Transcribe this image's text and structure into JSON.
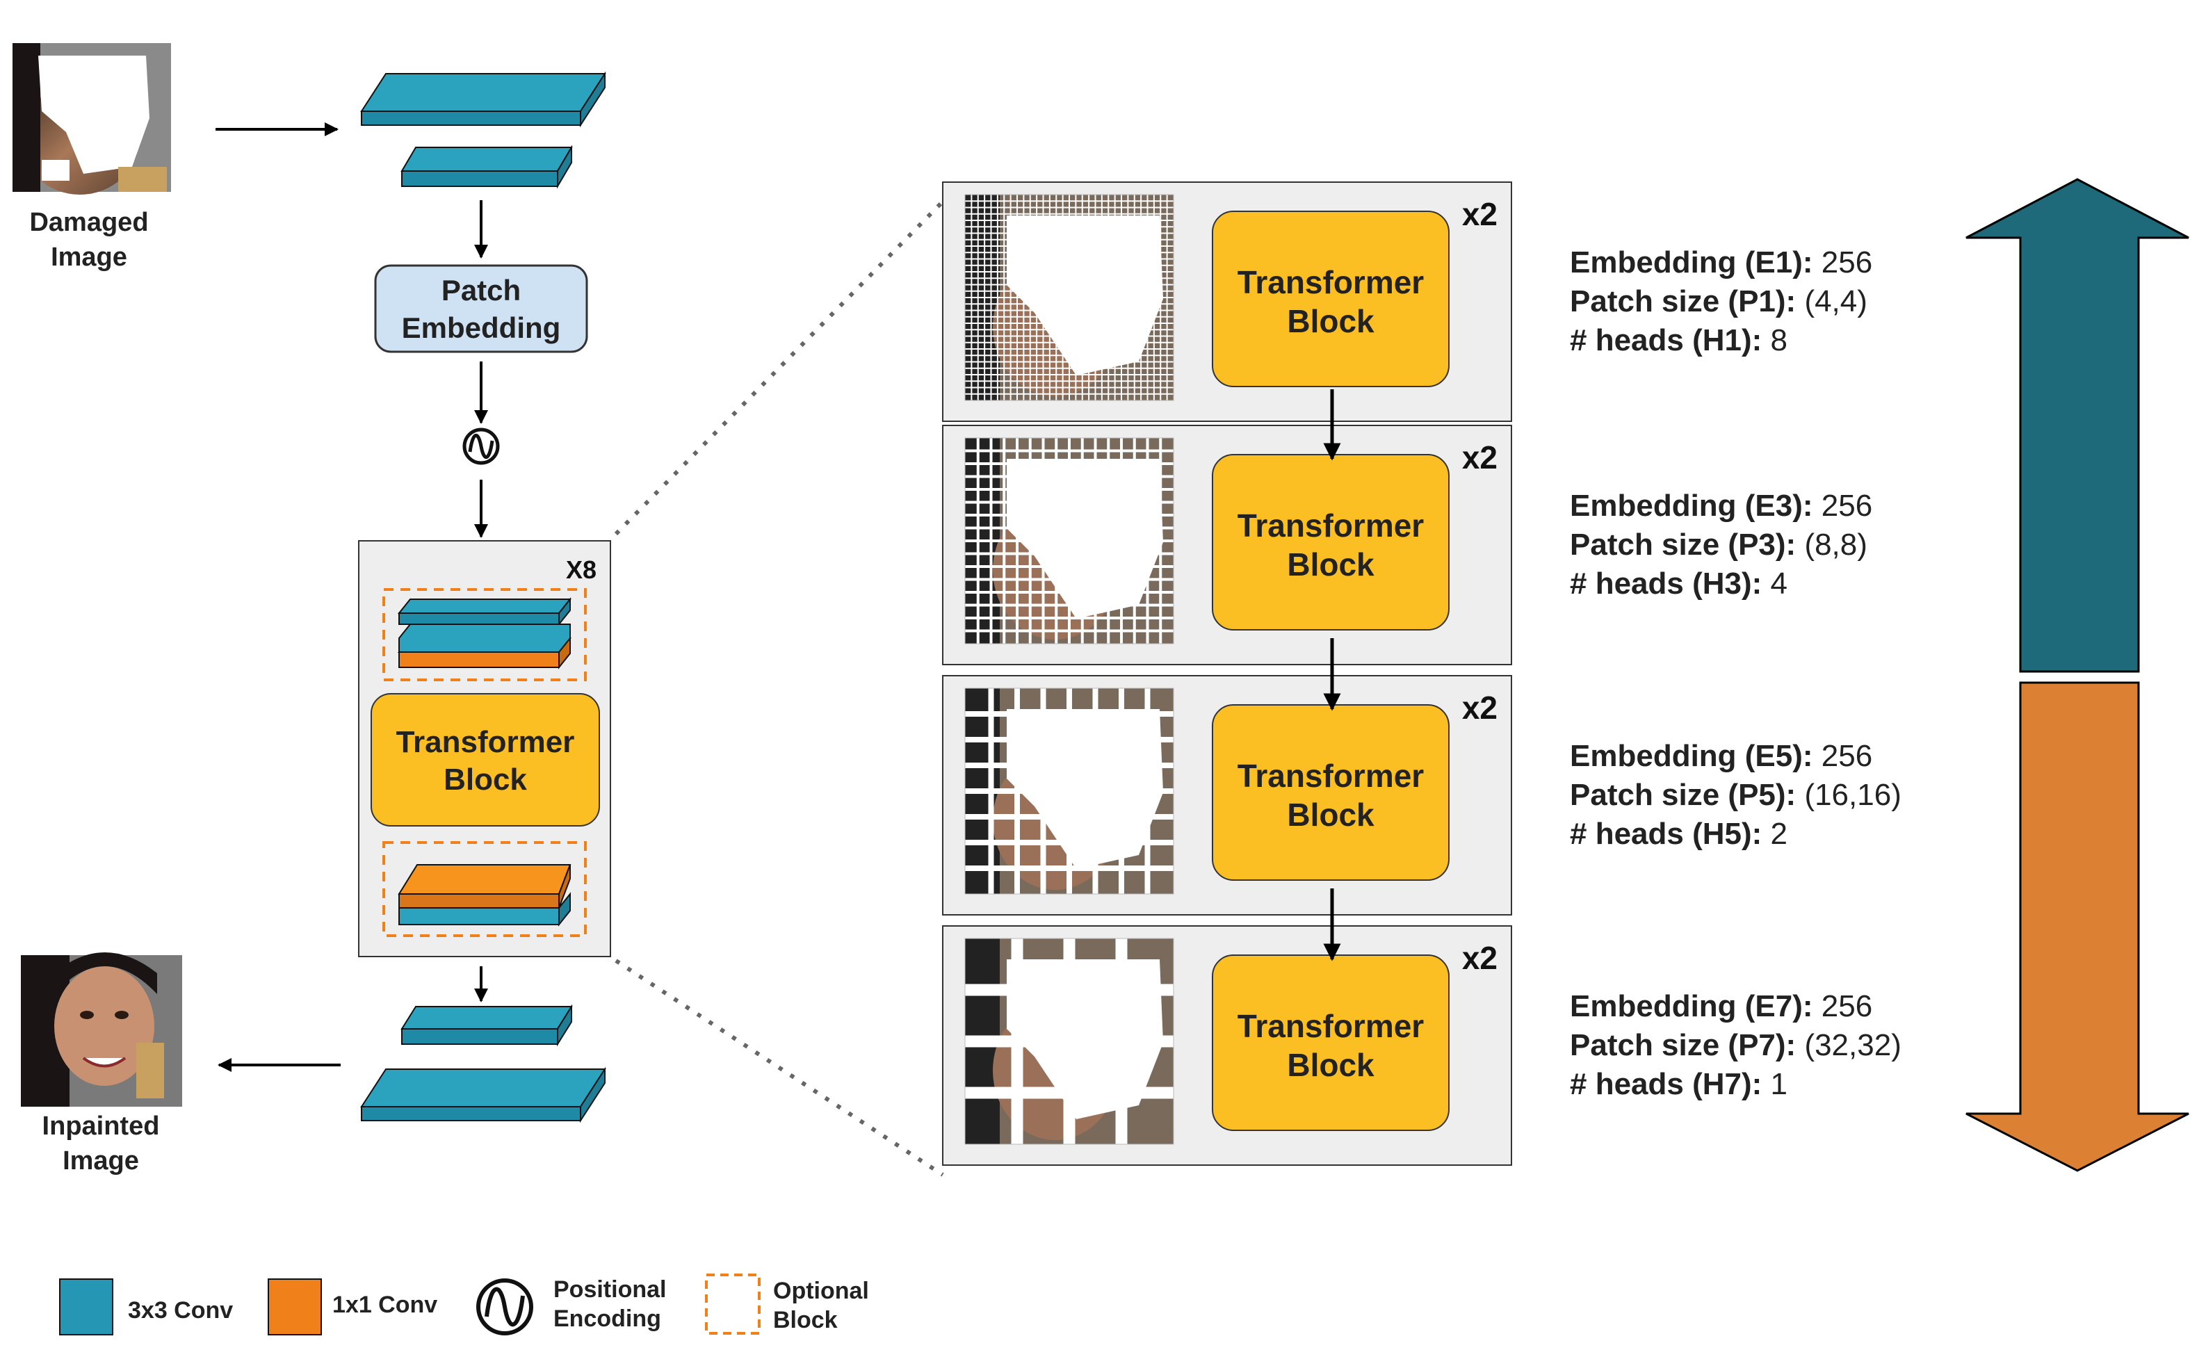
{
  "labels": {
    "damaged_image_line1": "Damaged",
    "damaged_image_line2": "Image",
    "inpainted_image_line1": "Inpainted",
    "inpainted_image_line2": "Image",
    "patch_embedding_line1": "Patch",
    "patch_embedding_line2": "Embedding",
    "repeat_main": "X8",
    "transformer_line1": "Transformer",
    "transformer_line2": "Block",
    "repeat_stage": "x2"
  },
  "stages": [
    {
      "embedding_label": "Embedding (E1):",
      "embedding_value": "256",
      "patch_label": "Patch size (P1):",
      "patch_value": "(4,4)",
      "heads_label": "# heads (H1):",
      "heads_value": "8",
      "grid": 32
    },
    {
      "embedding_label": "Embedding (E3):",
      "embedding_value": "256",
      "patch_label": "Patch size (P3):",
      "patch_value": "(8,8)",
      "heads_label": "# heads (H3):",
      "heads_value": "4",
      "grid": 16
    },
    {
      "embedding_label": "Embedding (E5):",
      "embedding_value": "256",
      "patch_label": "Patch size (P5):",
      "patch_value": "(16,16)",
      "heads_label": "# heads (H5):",
      "heads_value": "2",
      "grid": 8
    },
    {
      "embedding_label": "Embedding (E7):",
      "embedding_value": "256",
      "patch_label": "Patch size (P7):",
      "patch_value": "(32,32)",
      "heads_label": "# heads (H7):",
      "heads_value": "1",
      "grid": 4
    }
  ],
  "legend": {
    "conv3_label": "3x3 Conv",
    "conv1_label": "1x1 Conv",
    "pos_line1": "Positional",
    "pos_line2": "Encoding",
    "opt_line1": "Optional",
    "opt_line2": "Block"
  },
  "colors": {
    "conv3": "#2596b4",
    "conv1": "#f0801a",
    "transformer": "#fbbf24",
    "patch_embedding": "#cfe2f3",
    "arrow_up": "#1e6a7a",
    "arrow_down": "#dc8034",
    "panel": "#eeeeee"
  },
  "icons": {
    "positional_encoding": "sine-wave-icon"
  }
}
